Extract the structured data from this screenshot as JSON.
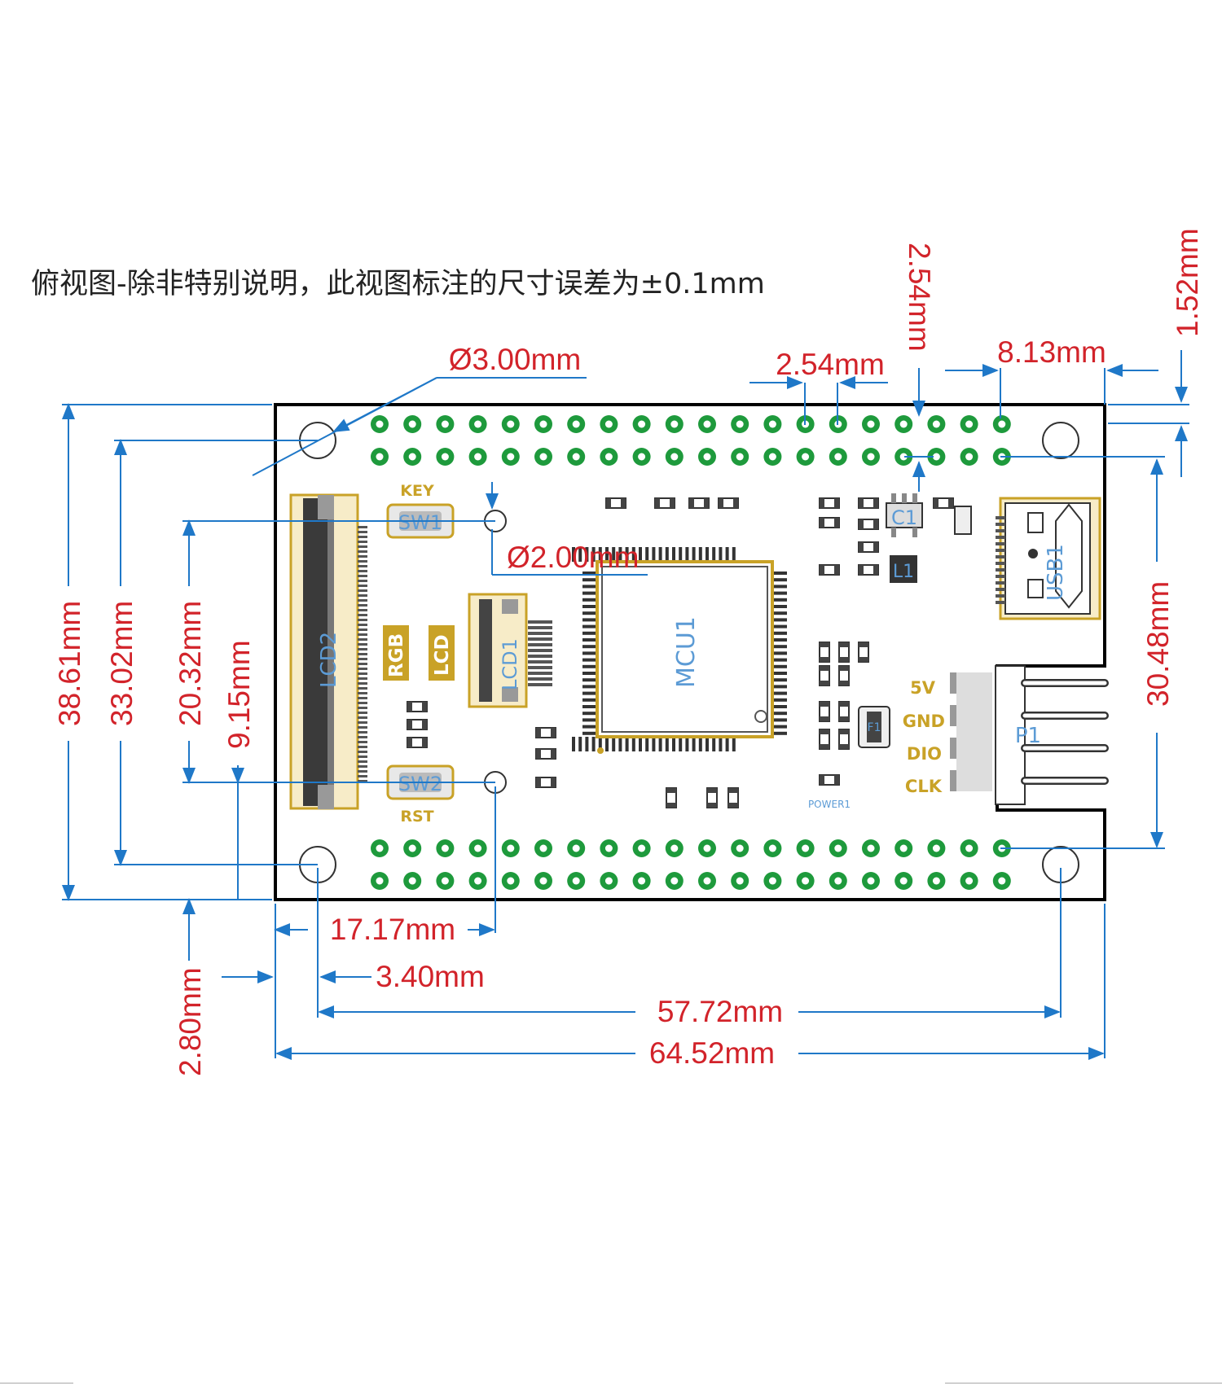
{
  "title": "俯视图-除非特别说明，此视图标注的尺寸误差为±0.1mm",
  "colors": {
    "dimension_text": "#d2232a",
    "dimension_line": "#1f78c8",
    "board_outline": "#000000",
    "pad_fill": "#1e9a3c",
    "silk_gold": "#c9a227",
    "designator_blue": "#5c9bd5"
  },
  "board_labels": {
    "key": "KEY",
    "rst": "RST",
    "rgb": "RGB",
    "lcd": "LCD",
    "p1_5v": "5V",
    "p1_gnd": "GND",
    "p1_dio": "DIO",
    "p1_clk": "CLK"
  },
  "designators": {
    "sw1": "SW1",
    "sw2": "SW2",
    "lcd1": "LCD1",
    "lcd2": "LCD2",
    "mcu1": "MCU1",
    "c1": "C1",
    "l1": "L1",
    "usb1": "USB1",
    "fuse": "F1",
    "p1": "P1",
    "power1": "POWER1"
  },
  "dimensions": {
    "mount_hole": "Ø3.00mm",
    "small_hole": "Ø2.00mm",
    "pin_pitch_h": "2.54mm",
    "pin_pitch_v": "2.54mm",
    "usb_offset": "8.13mm",
    "top_edge_to_pin": "1.52mm",
    "height_total": "38.61mm",
    "hole_span_v": "33.02mm",
    "small_hole_span_v": "20.32mm",
    "small_hole_offset_v": "9.15mm",
    "header_rows_span": "30.48mm",
    "small_hole_from_left": "17.17mm",
    "hole_from_left": "3.40mm",
    "bottom_offset": "2.80mm",
    "hole_span_h": "57.72mm",
    "width_total": "64.52mm"
  }
}
